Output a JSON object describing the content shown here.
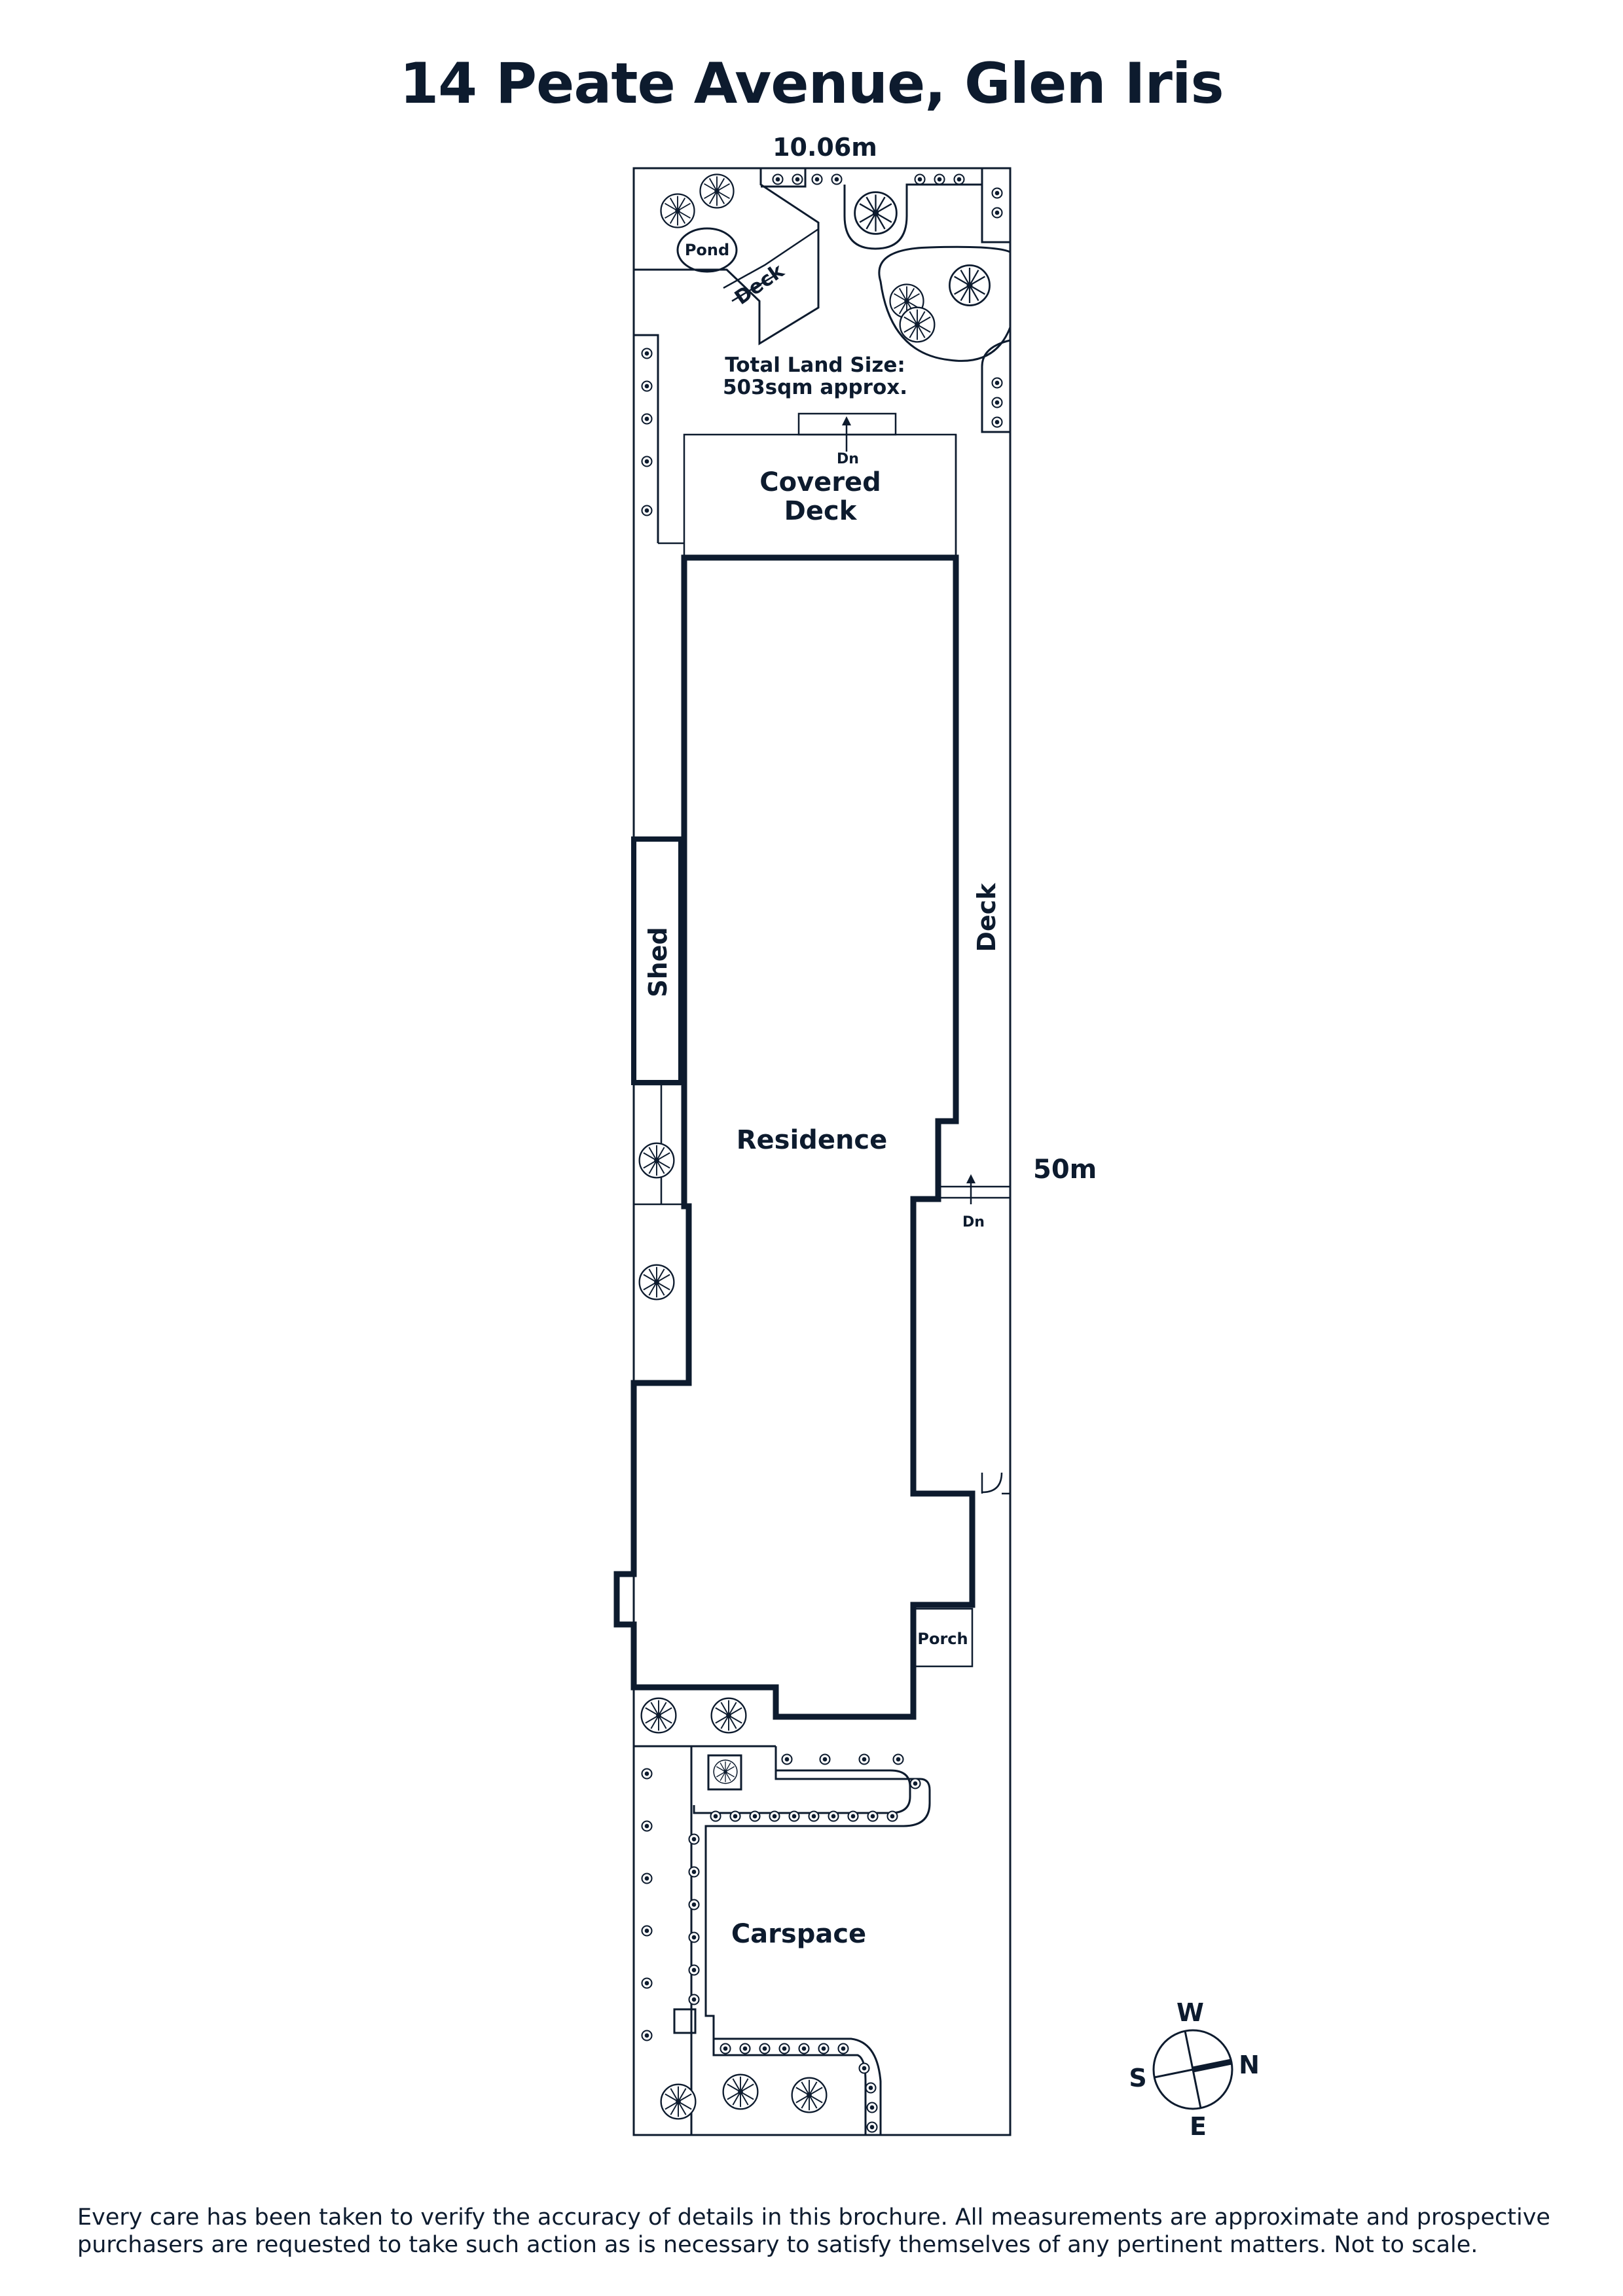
{
  "title": "14 Peate Avenue, Glen Iris",
  "dimensions": {
    "width_label": "10.06m",
    "length_label": "50m"
  },
  "land_size": {
    "line1": "Total Land Size:",
    "line2": "503sqm approx."
  },
  "rooms": {
    "pond": "Pond",
    "deck_rear": "Deck",
    "covered_deck_line1": "Covered",
    "covered_deck_line2": "Deck",
    "deck_side": "Deck",
    "shed": "Shed",
    "residence": "Residence",
    "porch": "Porch",
    "carspace": "Carspace"
  },
  "stairs": {
    "down_top": "Dn",
    "down_side": "Dn"
  },
  "compass": {
    "north": "N",
    "south": "S",
    "east": "E",
    "west": "W"
  },
  "disclaimer": {
    "line1": "Every care has been taken to verify the accuracy of details in this brochure. All measurements are approximate and prospective",
    "line2": "purchasers are requested to take such action as is necessary to satisfy themselves of any pertinent matters. Not to scale."
  },
  "colors": {
    "ink": "#0d1b2e",
    "background": "#ffffff"
  }
}
